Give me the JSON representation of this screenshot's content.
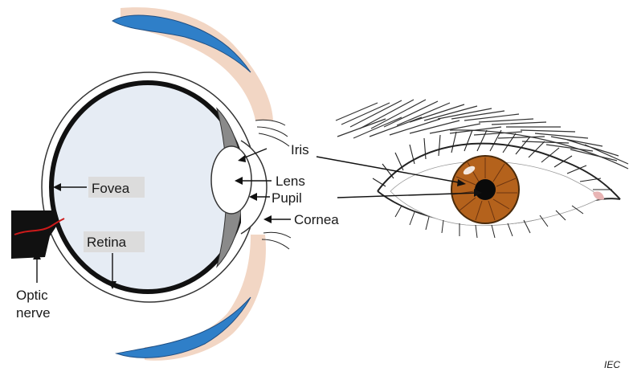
{
  "labels": {
    "fovea": "Fovea",
    "retina": "Retina",
    "optic_nerve_line1": "Optic",
    "optic_nerve_line2": "nerve",
    "iris": "Iris",
    "lens": "Lens",
    "pupil": "Pupil",
    "cornea": "Cornea"
  },
  "credit": "IEC",
  "colors": {
    "skin": "#f2d6c4",
    "eyelid_blue": "#2f7fc8",
    "eyeball_fill": "#e6ecf4",
    "retina_dark": "#111111",
    "iris_brown": "#b4621c",
    "optic_red": "#cc1a1a",
    "label_box": "#dcdcdc",
    "sclera": "#ffffff"
  }
}
